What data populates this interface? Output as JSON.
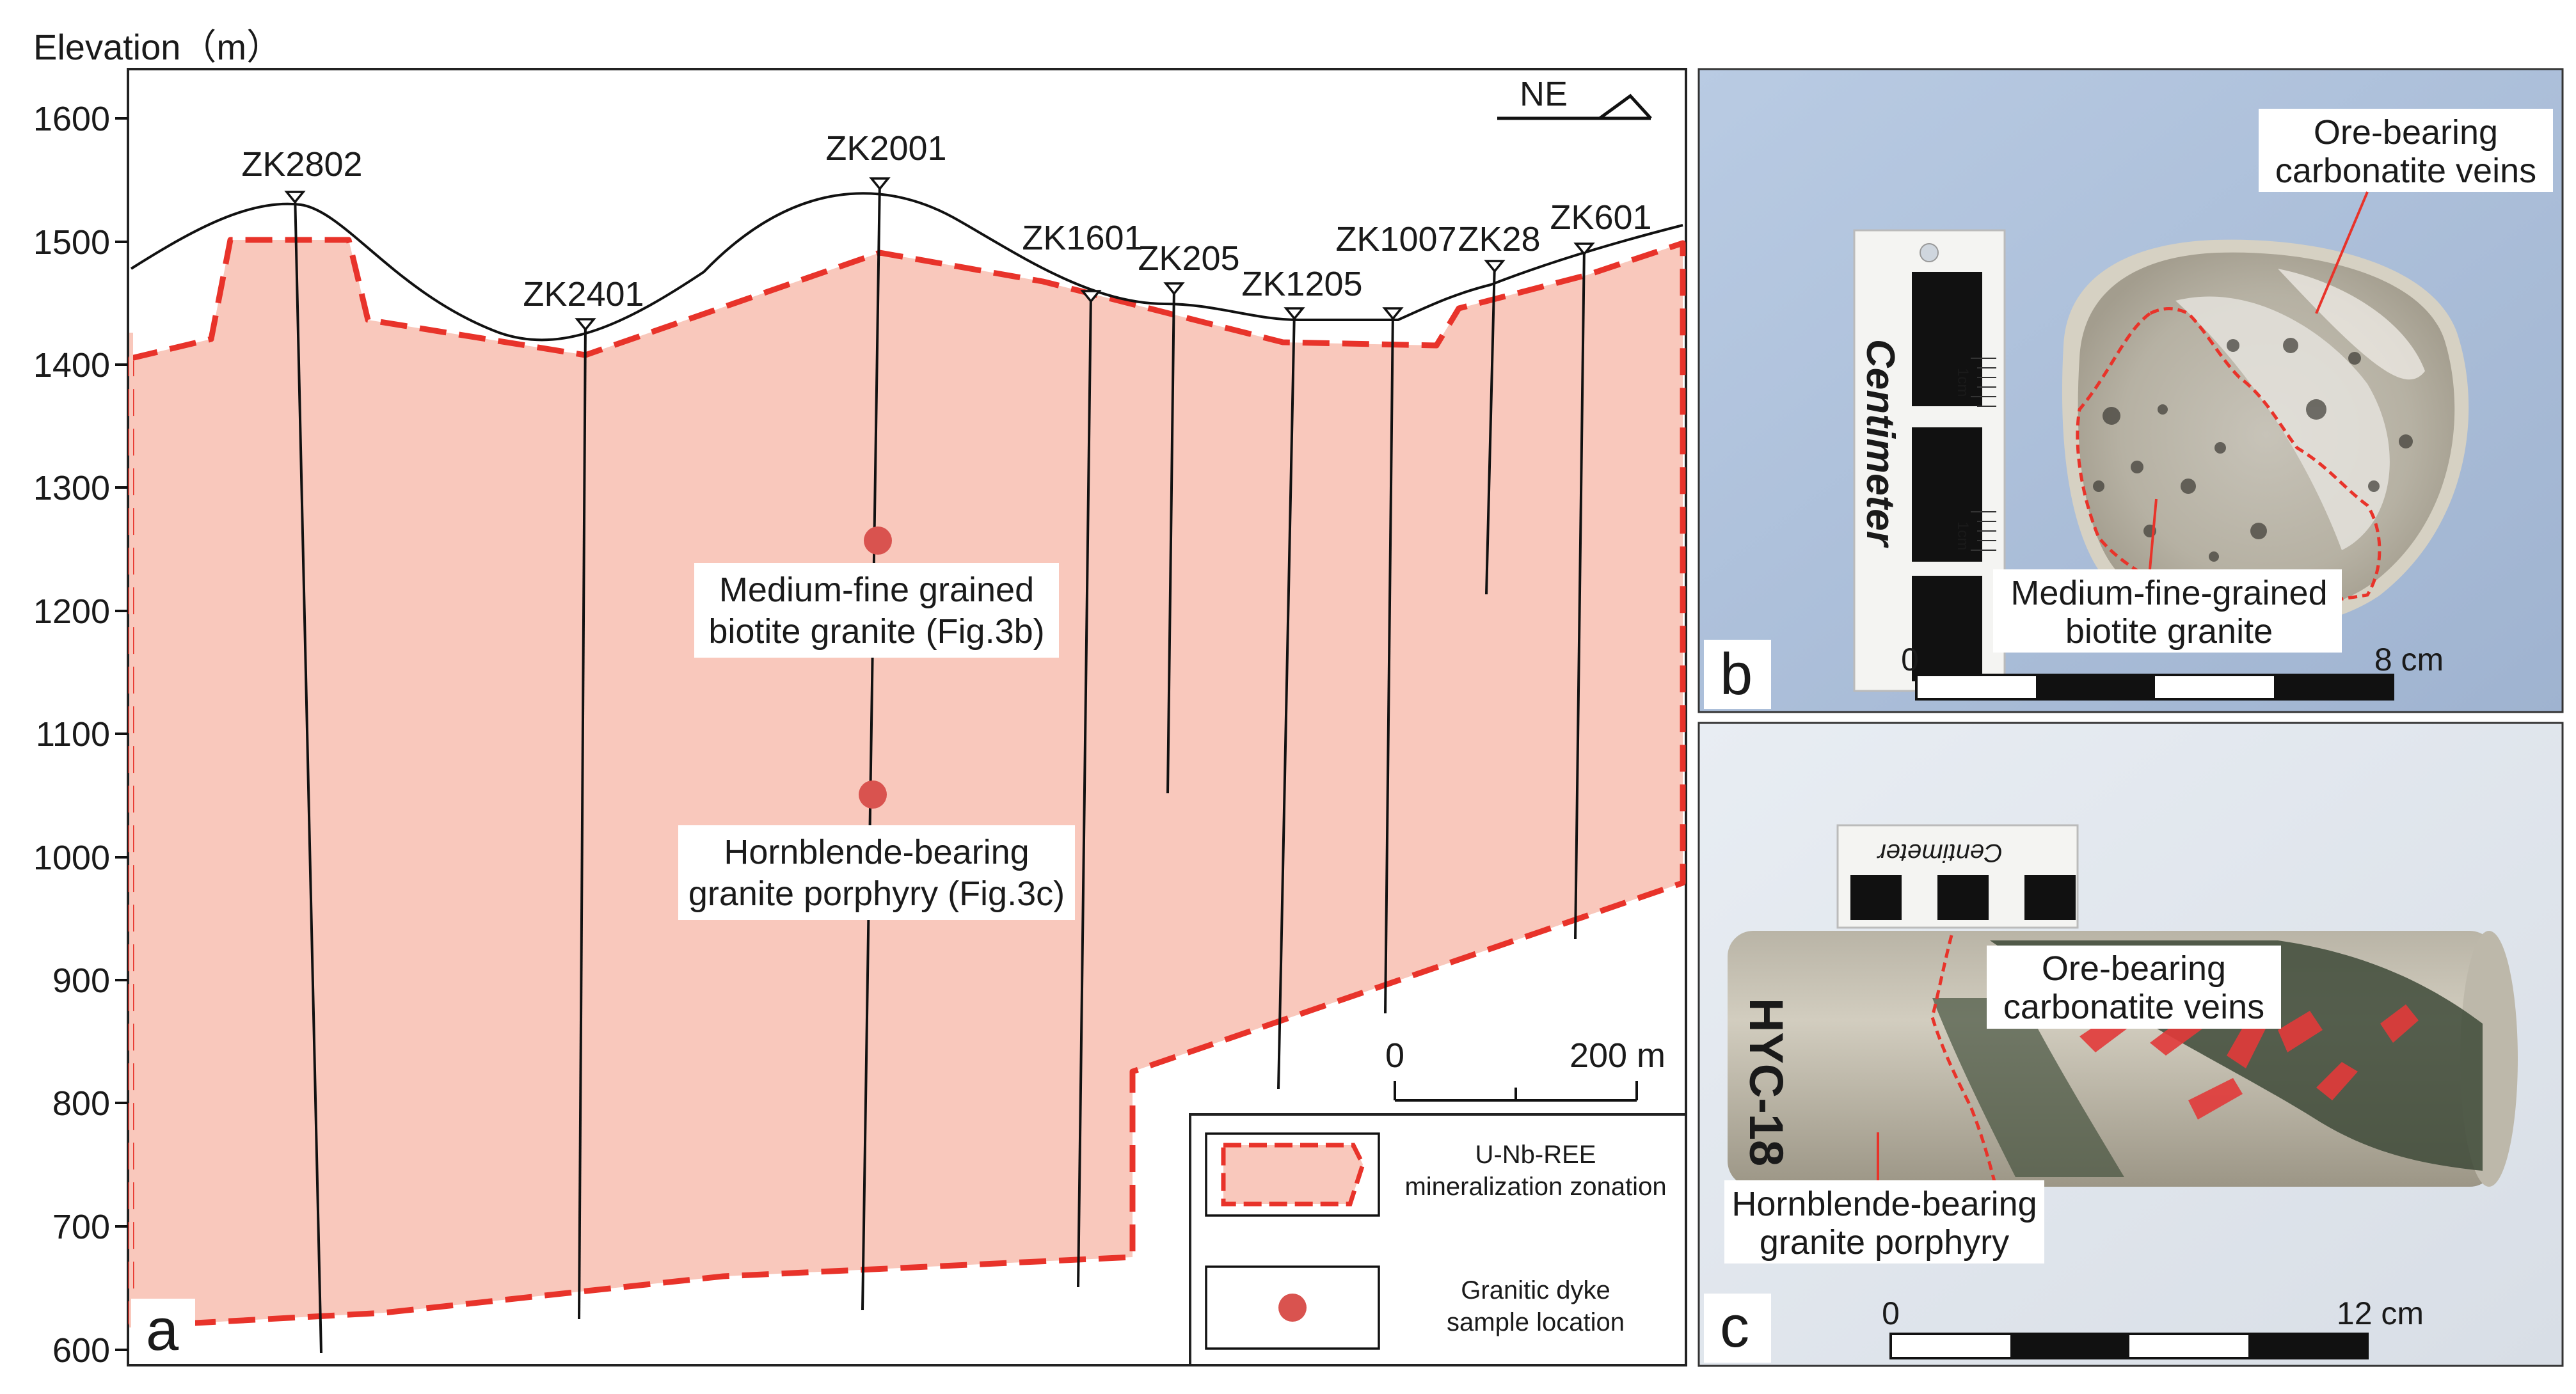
{
  "section": {
    "y_axis_title": "Elevation（m）",
    "y_ticks": [
      "1600",
      "1500",
      "1400",
      "1300",
      "1200",
      "1100",
      "1000",
      "900",
      "800",
      "700",
      "600"
    ],
    "orientation_label": "NE",
    "panel_letter": "a",
    "boreholes": [
      "ZK2802",
      "ZK2401",
      "ZK2001",
      "ZK1601",
      "ZK205",
      "ZK1205",
      "ZK1007",
      "ZK28",
      "ZK601"
    ],
    "samples": [
      {
        "line1": "Medium-fine grained",
        "line2": "biotite granite (Fig.3b)"
      },
      {
        "line1": "Hornblende-bearing",
        "line2": "granite porphyry (Fig.3c)"
      }
    ],
    "scale_start": "0",
    "scale_end": "200 m",
    "legend": [
      {
        "line1": "U-Nb-REE",
        "line2": "mineralization zonation"
      },
      {
        "line1": "Granitic dyke",
        "line2": "sample location"
      }
    ],
    "colors": {
      "zone_fill": "#f9c8bc",
      "zone_outline": "#e8332a",
      "sample_dot": "#d9534f"
    }
  },
  "photo_b": {
    "panel_letter": "b",
    "card_text": "Centimeter",
    "card_unit_1": "1cm",
    "card_unit_2": "1cm",
    "label_top_1": "Ore-bearing",
    "label_top_2": "carbonatite veins",
    "label_bottom_1": "Medium-fine-grained",
    "label_bottom_2": "biotite granite",
    "scale_start": "0",
    "scale_end": "8 cm"
  },
  "photo_c": {
    "panel_letter": "c",
    "card_text": "Centimeter",
    "core_mark": "HYC-18",
    "label_top_1": "Ore-bearing",
    "label_top_2": "carbonatite veins",
    "label_bottom_1": "Hornblende-bearing",
    "label_bottom_2": "granite porphyry",
    "scale_start": "0",
    "scale_end": "12 cm"
  }
}
